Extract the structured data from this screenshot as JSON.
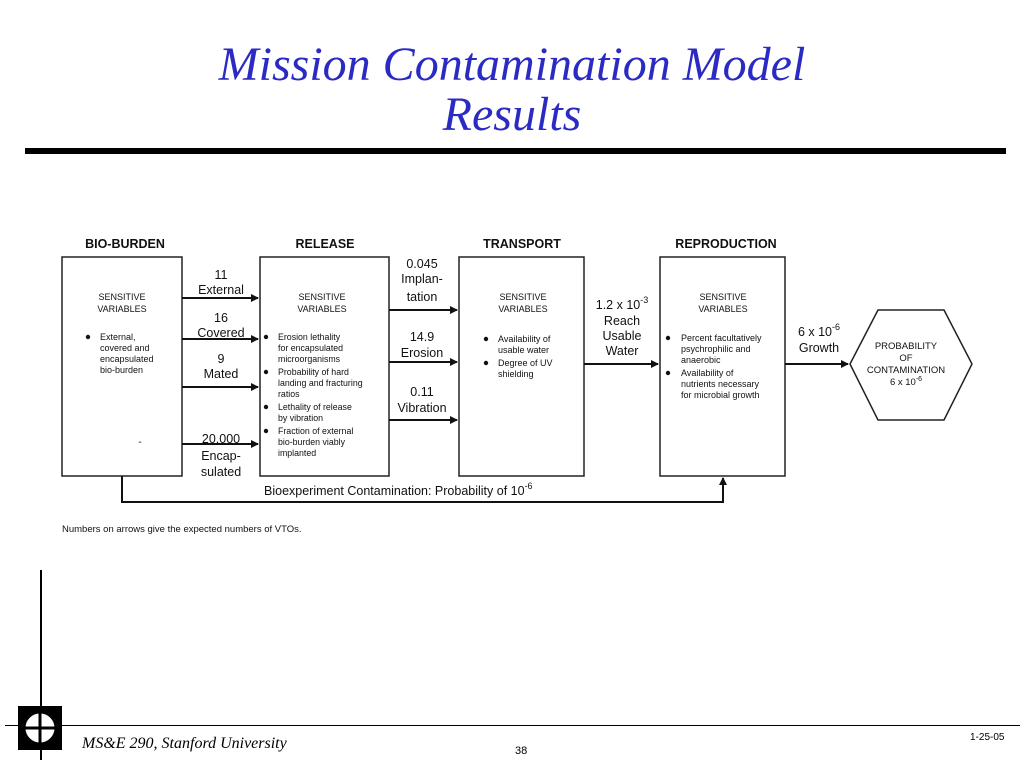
{
  "slide": {
    "title_line1": "Mission Contamination Model",
    "title_line2": "Results",
    "footer_left": "MS&E 290, Stanford University",
    "page_number": "38",
    "date": "1-25-05"
  },
  "diagram": {
    "boxes": [
      {
        "id": "bio-burden",
        "heading": "BIO-BURDEN",
        "sub": [
          "SENSITIVE",
          "VARIABLES"
        ],
        "bullets": [
          [
            "External,",
            "covered and",
            "encapsulated",
            "bio-burden"
          ]
        ]
      },
      {
        "id": "release",
        "heading": "RELEASE",
        "sub": [
          "SENSITIVE",
          "VARIABLES"
        ],
        "bullets": [
          [
            "Erosion lethality",
            "for encapsulated",
            "microorganisms"
          ],
          [
            "Probability of hard",
            "landing and fracturing",
            "ratios"
          ],
          [
            "Lethality of release",
            "by vibration"
          ],
          [
            "Fraction of external",
            "bio-burden viably",
            "implanted"
          ]
        ]
      },
      {
        "id": "transport",
        "heading": "TRANSPORT",
        "sub": [
          "SENSITIVE",
          "VARIABLES"
        ],
        "bullets": [
          [
            "Availability of",
            "usable water"
          ],
          [
            "Degree of UV",
            "shielding"
          ]
        ]
      },
      {
        "id": "reproduction",
        "heading": "REPRODUCTION",
        "sub": [
          "SENSITIVE",
          "VARIABLES"
        ],
        "bullets": [
          [
            "Percent facultatively",
            "psychrophilic and",
            "anaerobic"
          ],
          [
            "Availability of",
            "nutrients necessary",
            "for microbial growth"
          ]
        ]
      }
    ],
    "arrows_bio_release": [
      {
        "lines": [
          "11",
          "External"
        ]
      },
      {
        "lines": [
          "16",
          "Covered"
        ]
      },
      {
        "lines": [
          "9",
          "Mated"
        ]
      },
      {
        "lines": [
          "20,000",
          "Encap-",
          "sulated"
        ]
      }
    ],
    "arrows_release_transport": [
      {
        "lines": [
          "0.045",
          "Implan-",
          "tation"
        ]
      },
      {
        "lines": [
          "14.9",
          "Erosion"
        ]
      },
      {
        "lines": [
          "0.11",
          "Vibration"
        ]
      }
    ],
    "arrow_transport_reproduction": {
      "value_base": "1.2 x 10",
      "value_exp": "-3",
      "lines": [
        "Reach",
        "Usable",
        "Water"
      ]
    },
    "arrow_reproduction_result": {
      "value_base": "6 x 10",
      "value_exp": "-6",
      "lines": [
        "Growth"
      ]
    },
    "result": {
      "lines": [
        "PROBABILITY",
        "OF",
        "CONTAMINATION"
      ],
      "value_base": "6 x 10",
      "value_exp": "-6"
    },
    "feedback": {
      "label_base": "Bioexperiment Contamination: Probability of 10",
      "label_exp": "-6"
    },
    "footnote": "Numbers on arrows give the expected numbers of VTOs."
  }
}
